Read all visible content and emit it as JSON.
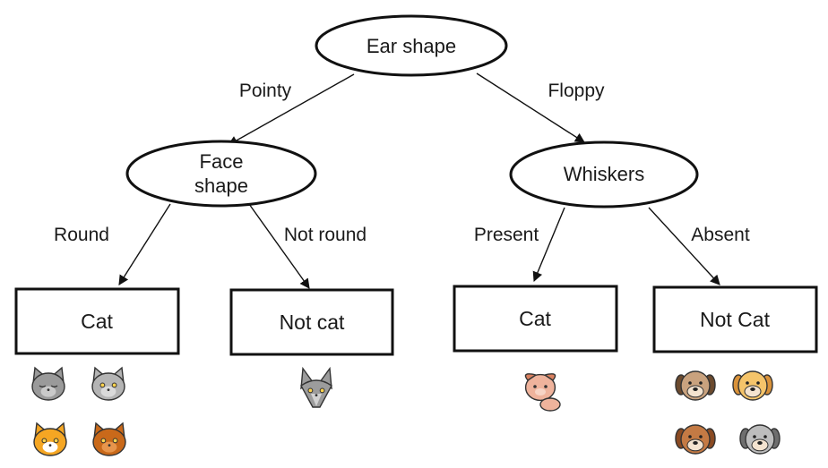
{
  "tree": {
    "root": {
      "label": "Ear shape"
    },
    "left_node": {
      "label_line1": "Face",
      "label_line2": "shape"
    },
    "right_node": {
      "label": "Whiskers"
    },
    "edges": {
      "pointy": "Pointy",
      "floppy": "Floppy",
      "round": "Round",
      "not_round": "Not round",
      "present": "Present",
      "absent": "Absent"
    },
    "leaves": {
      "leaf1": "Cat",
      "leaf2": "Not cat",
      "leaf3": "Cat",
      "leaf4": "Not Cat"
    }
  },
  "animals": {
    "leaf1": [
      {
        "kind": "cat",
        "fur": "#9a9a9a",
        "inner": "#c9c9c9",
        "eyes": "closed"
      },
      {
        "kind": "cat",
        "fur": "#b4b4b4",
        "inner": "#dadada",
        "eyes": "open"
      },
      {
        "kind": "cat",
        "fur": "#f5a623",
        "inner": "#ffffff",
        "eyes": "open"
      },
      {
        "kind": "cat",
        "fur": "#c9691a",
        "inner": "#e7954c",
        "eyes": "open"
      }
    ],
    "leaf2": [
      {
        "kind": "fox",
        "fur": "#9c9c9c",
        "inner": "#d2d2d2"
      }
    ],
    "leaf3": [
      {
        "kind": "floppy-cat",
        "fur": "#efb39c",
        "inner": "#f7d4c5"
      }
    ],
    "leaf4": [
      {
        "kind": "dog",
        "fur": "#c9a27e",
        "inner": "#6b4a2e"
      },
      {
        "kind": "dog",
        "fur": "#f5c46a",
        "inner": "#d9923a"
      },
      {
        "kind": "dog",
        "fur": "#c47a44",
        "inner": "#8a4a22"
      },
      {
        "kind": "dog",
        "fur": "#bdbdbd",
        "inner": "#6e6e6e"
      }
    ]
  },
  "colors": {
    "stroke": "#111111",
    "text": "#1a1a1a",
    "background": "#ffffff"
  }
}
